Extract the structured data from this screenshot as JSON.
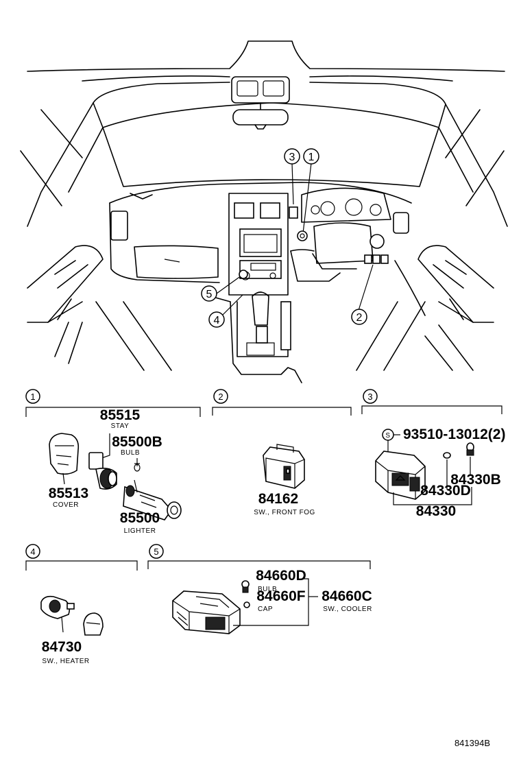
{
  "callouts": {
    "c1": "1",
    "c2": "2",
    "c3": "3",
    "c4": "4",
    "c5": "5"
  },
  "sections": [
    {
      "number": "1"
    },
    {
      "number": "2"
    },
    {
      "number": "3"
    },
    {
      "number": "4"
    },
    {
      "number": "5"
    }
  ],
  "section1": {
    "stay": {
      "part": "85515",
      "name": "STAY"
    },
    "bulb": {
      "part": "85500B",
      "name": "BULB"
    },
    "cover": {
      "part": "85513",
      "name": "COVER"
    },
    "lighter": {
      "part": "85500",
      "name": "LIGHTER"
    }
  },
  "section2": {
    "switch": {
      "part": "84162",
      "name": "SW., FRONT FOG"
    }
  },
  "section3": {
    "screw": {
      "symbol": "S",
      "part": "93510-13012(2)"
    },
    "bulb": {
      "part": "84330B"
    },
    "cap": {
      "part": "84330D"
    },
    "switch": {
      "part": "84330"
    }
  },
  "section4": {
    "switch": {
      "part": "84730",
      "name": "SW., HEATER"
    }
  },
  "section5": {
    "bulb": {
      "part": "84660D",
      "name": "BULB"
    },
    "cap": {
      "part": "84660F",
      "name": "CAP"
    },
    "switch": {
      "part": "84660C",
      "name": "SW., COOLER"
    }
  },
  "figure_code": "841394B"
}
